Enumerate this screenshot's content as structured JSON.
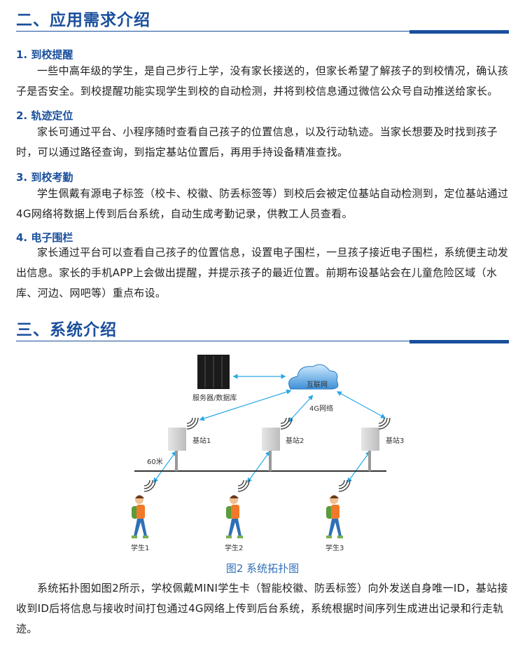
{
  "section2": {
    "title": "二、应用需求介绍",
    "items": [
      {
        "heading": "1. 到校提醒",
        "text": "一些中高年级的学生，是自己步行上学，没有家长接送的，但家长希望了解孩子的到校情况，确认孩子是否安全。到校提醒功能实现学生到校的自动检测，并将到校信息通过微信公众号自动推送给家长。"
      },
      {
        "heading": "2. 轨迹定位",
        "text": "家长可通过平台、小程序随时查看自己孩子的位置信息，以及行动轨迹。当家长想要及时找到孩子时，可以通过路径查询，到指定基站位置后，再用手持设备精准查找。"
      },
      {
        "heading": "3. 到校考勤",
        "text": "学生佩戴有源电子标签（校卡、校徽、防丢标签等）到校后会被定位基站自动检测到，定位基站通过4G网络将数据上传到后台系统，自动生成考勤记录，供教工人员查看。"
      },
      {
        "heading": "4. 电子围栏",
        "text": "家长通过平台可以查看自己孩子的位置信息，设置电子围栏，一旦孩子接近电子围栏，系统便主动发出信息。家长的手机APP上会做出提醒，并提示孩子的最近位置。前期布设基站会在儿童危险区域（水库、河边、网吧等）重点布设。"
      }
    ]
  },
  "section3": {
    "title": "三、系统介绍",
    "diagram": {
      "server_label": "服务器/数据库",
      "cloud_label": "互联网",
      "network_label": "4G网络",
      "distance_label": "60米",
      "stations": [
        "基站1",
        "基站2",
        "基站3"
      ],
      "students": [
        "学生1",
        "学生2",
        "学生3"
      ]
    },
    "caption": "图2 系统拓扑图",
    "text": "系统拓扑图如图2所示，学校佩戴MINI学生卡（智能校徽、防丢标签）向外发送自身唯一ID，基站接收到ID后将信息与接收时间打包通过4G网络上传到后台系统，系统根据时间序列生成进出记录和行走轨迹。"
  },
  "colors": {
    "accent": "#1a4f9c",
    "caption": "#2f6fb7",
    "arrow": "#29a8e6"
  }
}
